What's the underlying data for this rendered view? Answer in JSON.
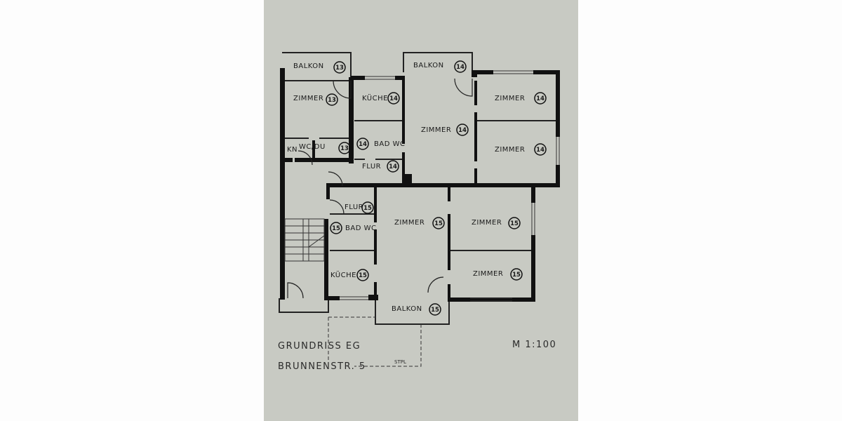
{
  "plan": {
    "title": "GRUNDRISS EG",
    "address": "BRUNNENSTR. 5",
    "scale": "M 1:100",
    "parking": "STPL",
    "paper_color": "#c8cac3",
    "ink_color": "#111111"
  },
  "rooms": [
    {
      "label": "BALKON",
      "unit": "13"
    },
    {
      "label": "ZIMMER",
      "unit": "13"
    },
    {
      "label": "WC/DU",
      "unit": "13"
    },
    {
      "label": "KN",
      "unit": ""
    },
    {
      "label": "KÜCHE",
      "unit": "14"
    },
    {
      "label": "BAD WC",
      "unit": "14"
    },
    {
      "label": "FLUR",
      "unit": "14"
    },
    {
      "label": "BALKON",
      "unit": "14"
    },
    {
      "label": "ZIMMER",
      "unit": "14"
    },
    {
      "label": "ZIMMER",
      "unit": "14"
    },
    {
      "label": "ZIMMER",
      "unit": "14"
    },
    {
      "label": "FLUR",
      "unit": "15"
    },
    {
      "label": "BAD WC",
      "unit": "15"
    },
    {
      "label": "KÜCHE",
      "unit": "15"
    },
    {
      "label": "ZIMMER",
      "unit": "15"
    },
    {
      "label": "ZIMMER",
      "unit": "15"
    },
    {
      "label": "ZIMMER",
      "unit": "15"
    },
    {
      "label": "BALKON",
      "unit": "15"
    }
  ]
}
